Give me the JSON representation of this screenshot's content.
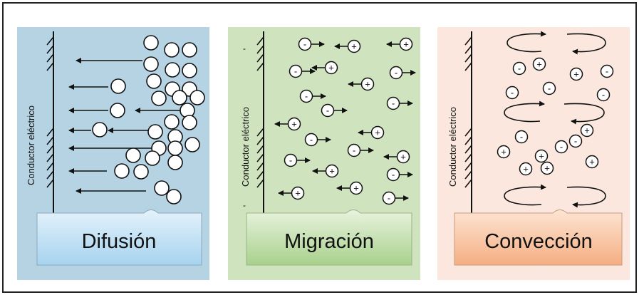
{
  "panels": [
    {
      "id": "difusion",
      "label": "Difusión",
      "electrode_label": "Conductor eléctrico",
      "bg": "#b5d3e3",
      "label_bg_top": "#e4f2fb",
      "label_bg_bottom": "#a6d3ef"
    },
    {
      "id": "migracion",
      "label": "Migración",
      "electrode_label": "Conductor eléctrico",
      "bg": "#cfe3bf",
      "label_bg_top": "#e9f3df",
      "label_bg_bottom": "#a8d18c"
    },
    {
      "id": "conveccion",
      "label": "Convección",
      "electrode_label": "Conductor eléctrico",
      "bg": "#fbe7dd",
      "label_bg_top": "#fde5d4",
      "label_bg_bottom": "#f5ae82"
    }
  ],
  "symbols": {
    "minus": "-",
    "plus": "+"
  },
  "colors": {
    "frame": "#222222",
    "ink": "#111111",
    "particle_fill": "#ffffff"
  }
}
